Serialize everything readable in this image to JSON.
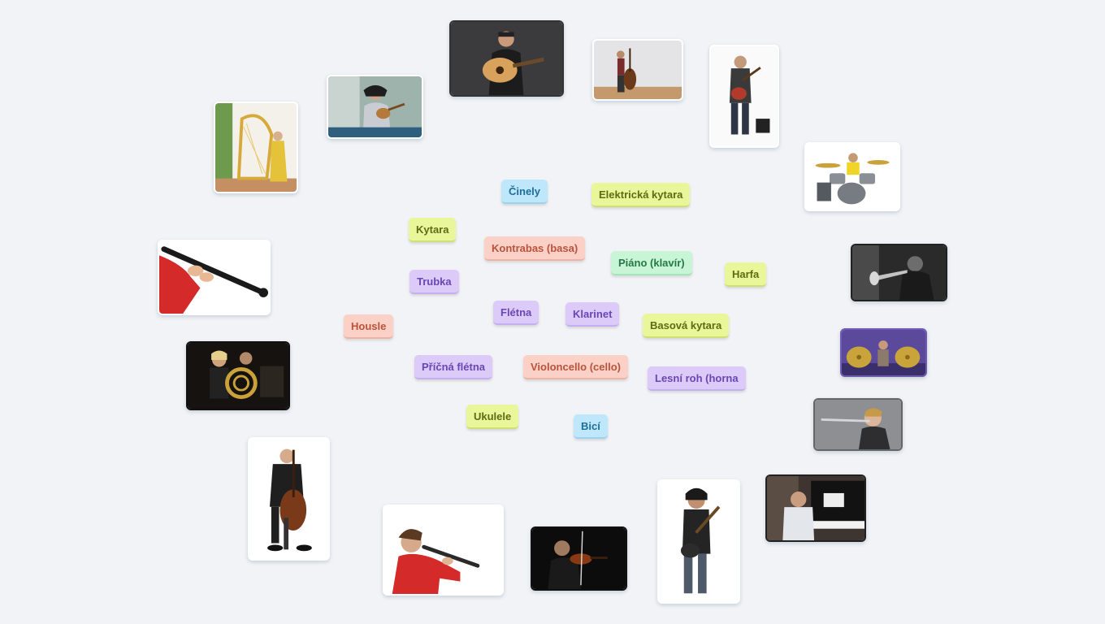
{
  "labels": {
    "cinely": "Činely",
    "elektricka_kytara": "Elektrická kytara",
    "kytara": "Kytara",
    "kontrabas": "Kontrabas (basa)",
    "piano": "Piáno (klavír)",
    "harfa": "Harfa",
    "trubka": "Trubka",
    "fletna": "Flétna",
    "klarinet": "Klarinet",
    "basova_kytara": "Basová kytara",
    "housle": "Housle",
    "pricna_fletna": "Příčná flétna",
    "violoncello": "Violoncello (cello)",
    "lesni_roh": "Lesní roh (horna",
    "ukulele": "Ukulele",
    "bici": "Bicí"
  },
  "colors": {
    "blue": "#bfe7fb",
    "lime": "#e9f79a",
    "salmon": "#fbd0c6",
    "purple": "#dccbf9",
    "green": "#c7f5d6",
    "background": "#f1f3f6"
  },
  "cards": {
    "acoustic_guitar": "acoustic-guitar-photo",
    "double_bass": "double-bass-photo",
    "electric_guitar": "electric-guitar-photo",
    "ukulele": "ukulele-photo",
    "harp": "harp-photo",
    "drums": "drum-kit-photo",
    "clarinet": "clarinet-photo",
    "trumpet": "trumpet-photo",
    "cymbals": "cymbals-photo",
    "french_horn": "french-horn-photo",
    "transverse_flute": "transverse-flute-photo",
    "cello": "cello-photo",
    "piano": "piano-photo",
    "recorder": "recorder-photo",
    "violin": "violin-photo",
    "bass_guitar": "bass-guitar-photo"
  }
}
